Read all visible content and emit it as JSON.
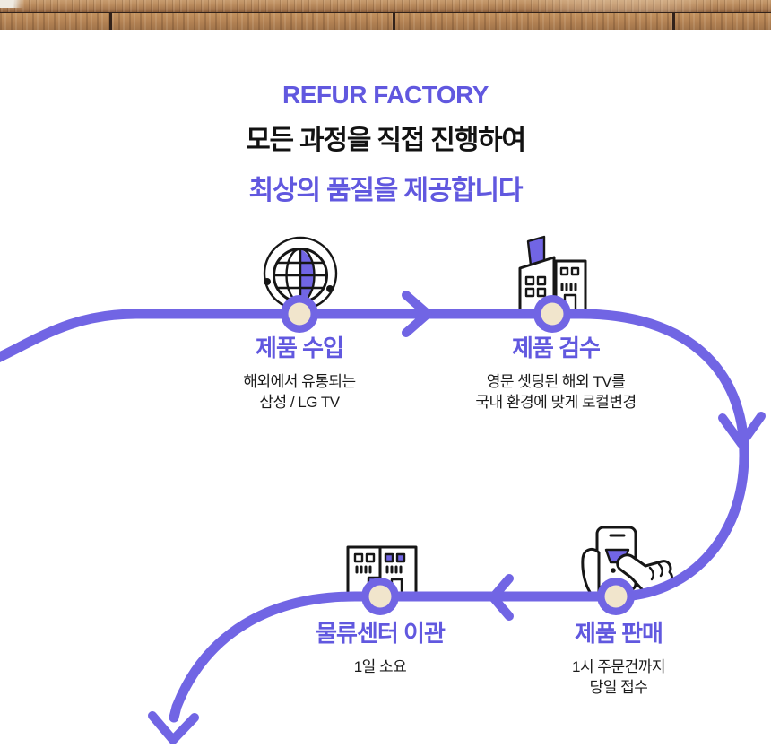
{
  "theme": {
    "accent": "#6158df",
    "line": "#7165e4",
    "node_inner": "#f1e5cc",
    "ink": "#161616",
    "bg": "#ffffff"
  },
  "header": {
    "brand": "REFUR FACTORY",
    "headline": "모든 과정을 직접 진행하여",
    "subheadline": "최상의 품질을 제공합니다"
  },
  "flow": {
    "steps": [
      {
        "id": "import",
        "icon": "globe-network-icon",
        "title": "제품 수입",
        "desc_line1": "해외에서 유통되는",
        "desc_line2": "삼성 / LG TV"
      },
      {
        "id": "inspect",
        "icon": "factory-icon",
        "title": "제품 검수",
        "desc_line1": "영문 셋팅된 해외 TV를",
        "desc_line2": "국내 환경에 맞게 로컬변경"
      },
      {
        "id": "sell",
        "icon": "phone-shopping-icon",
        "title": "제품 판매",
        "desc_line1": "1시 주문건까지",
        "desc_line2": "당일 접수"
      },
      {
        "id": "logistics",
        "icon": "warehouse-icon",
        "title": "물류센터 이관",
        "desc_line1": "1일 소요",
        "desc_line2": ""
      }
    ]
  }
}
